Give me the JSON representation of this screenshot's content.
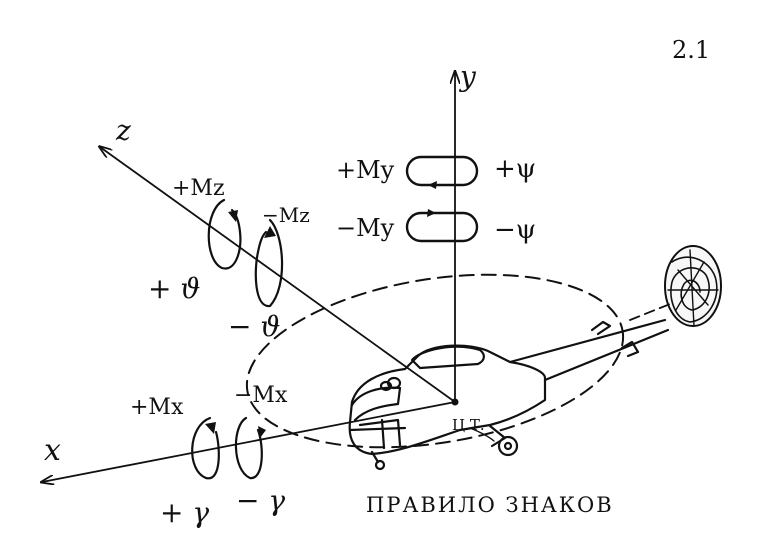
{
  "page_number": "2.1",
  "caption": "ПРАВИЛО ЗНАКОВ",
  "axes": {
    "x": "x",
    "y": "y",
    "z": "z"
  },
  "cg_label": "Ц.Т.",
  "moments": {
    "my_pos": "+My",
    "my_neg": "−My",
    "psi_pos": "+ψ",
    "psi_neg": "−ψ",
    "mz_pos": "+Mz",
    "mz_neg": "−Mz",
    "theta_pos": "+ ϑ",
    "theta_neg": "− ϑ",
    "mx_pos": "+Mx",
    "mx_neg": "−Mx",
    "gamma_pos": "+ γ",
    "gamma_neg": "− γ"
  }
}
